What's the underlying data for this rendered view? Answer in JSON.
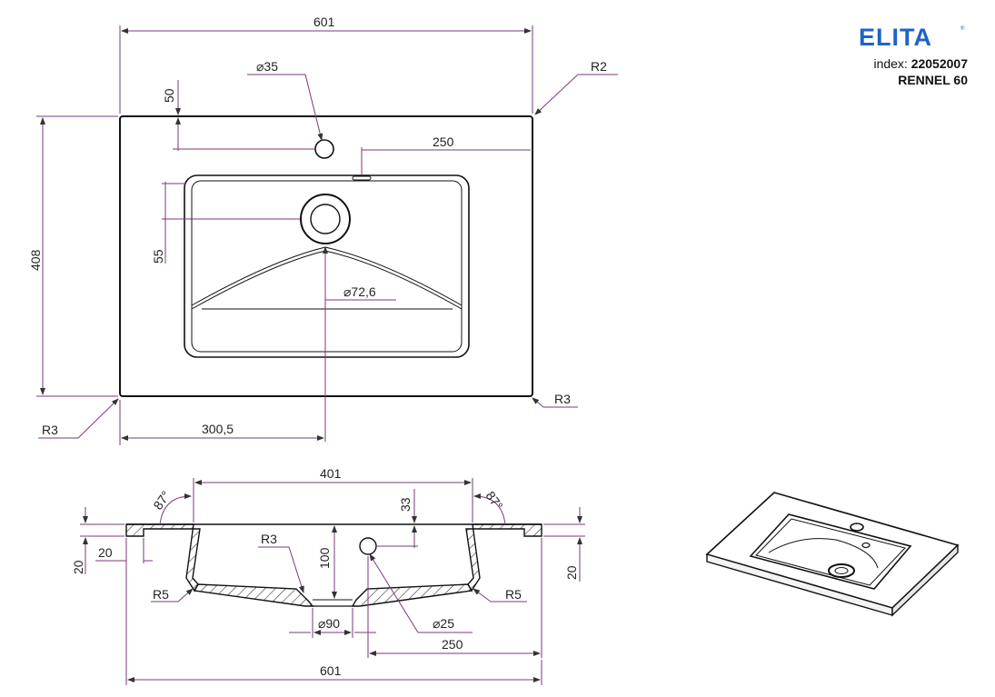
{
  "brand": {
    "logo_text": "ELITA",
    "registered": "®",
    "color": "#1e63c8"
  },
  "product": {
    "index_label": "index:",
    "index_value": "22052007",
    "model": "RENNEL 60"
  },
  "colors": {
    "dimension_line": "#7a3a78",
    "outline": "#111111",
    "text": "#222222"
  },
  "top_view": {
    "width": "601",
    "depth": "408",
    "tap_hole_offset": "50",
    "tap_hole_diameter": "⌀35",
    "corner_radius_top_right": "R2",
    "corner_radius_bottom_right": "R3",
    "corner_radius_bottom_left": "R3",
    "overflow_distance": "250",
    "drain_offset": "55",
    "drain_diameter": "⌀72,6",
    "center_distance": "300,5"
  },
  "section_view": {
    "bowl_width": "401",
    "angle_left": "87°",
    "angle_right": "87°",
    "overflow_height": "33",
    "thickness_left": "20",
    "ledge_width": "20",
    "thickness_right": "20",
    "inner_radius": "R3",
    "bowl_depth": "100",
    "radius_left": "R5",
    "radius_right": "R5",
    "drain_diameter": "⌀90",
    "overflow_diameter": "⌀25",
    "overflow_distance": "250",
    "total_width": "601"
  }
}
